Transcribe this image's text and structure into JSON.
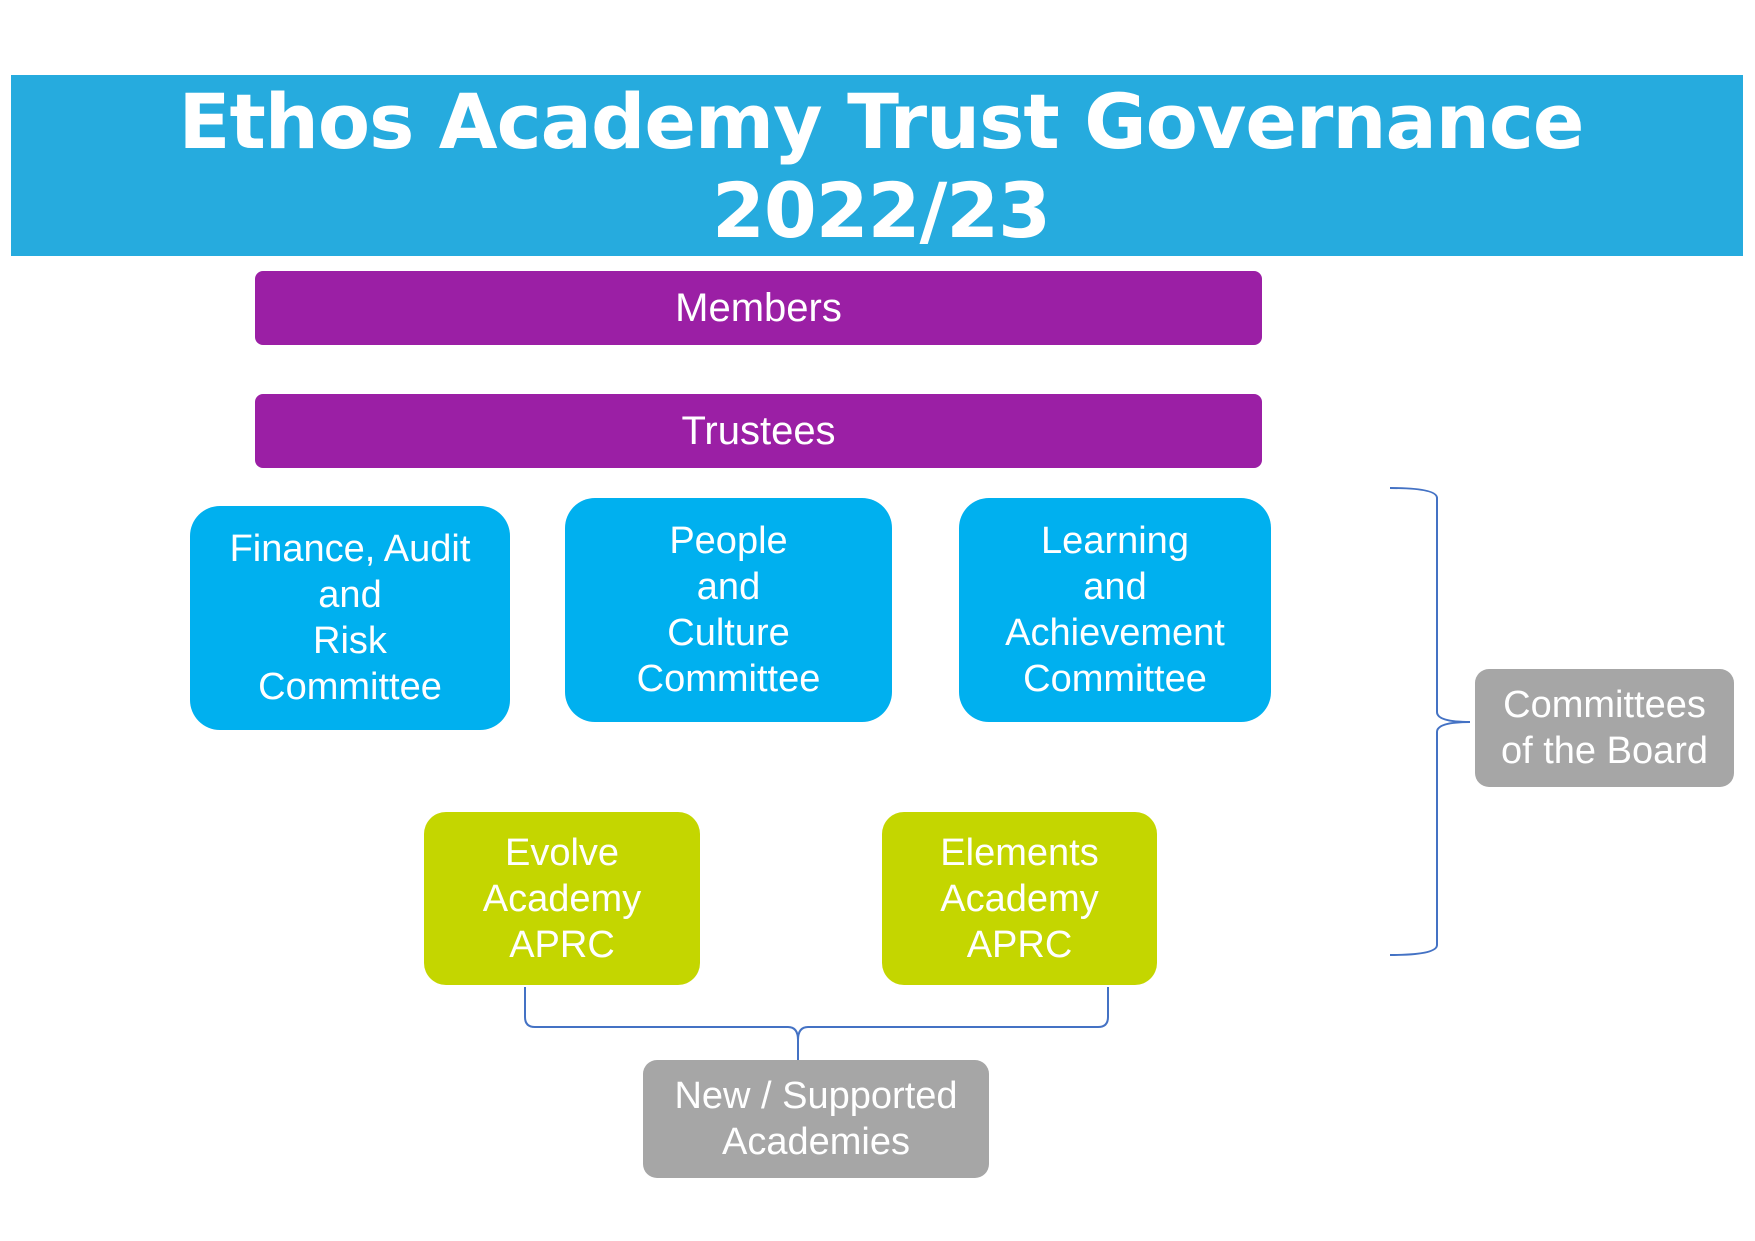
{
  "title": "Ethos Academy Trust Governance 2022/23",
  "members": "Members",
  "trustees": "Trustees",
  "committees": [
    {
      "lines": [
        "Finance, Audit",
        "and",
        "Risk",
        "Committee"
      ]
    },
    {
      "lines": [
        "People",
        "and",
        "Culture",
        "Committee"
      ]
    },
    {
      "lines": [
        "Learning",
        "and",
        "Achievement",
        "Committee"
      ]
    }
  ],
  "aprcs": [
    {
      "lines": [
        "Evolve",
        "Academy",
        "APRC"
      ]
    },
    {
      "lines": [
        "Elements",
        "Academy",
        "APRC"
      ]
    }
  ],
  "committees_of_board": {
    "lines": [
      "Committees",
      "of the Board"
    ]
  },
  "new_supported": {
    "lines": [
      "New / Supported",
      "Academies"
    ]
  },
  "colors": {
    "header": "#26abde",
    "governance": "#9b1fa5",
    "committee": "#00b0ef",
    "aprc": "#c4d600",
    "label": "#a6a6a6",
    "connector": "#4472c4"
  }
}
